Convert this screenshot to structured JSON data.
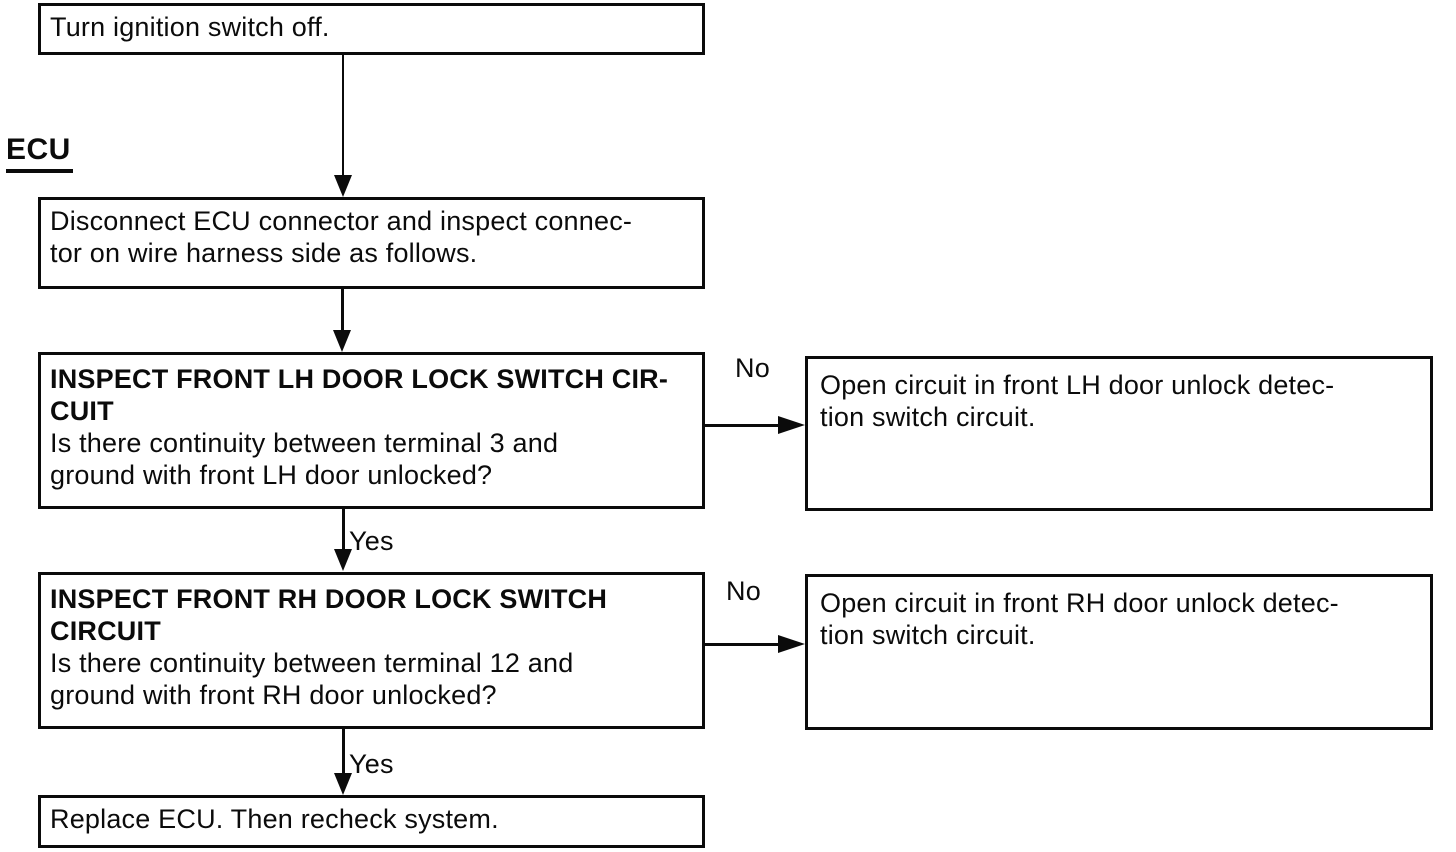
{
  "page": {
    "background_color": "#ffffff",
    "ink_color": "#0b0b0b",
    "document_type": "troubleshooting-flowchart"
  },
  "heading": {
    "label": "ECU"
  },
  "flow": {
    "step1": {
      "lines": [
        "Turn ignition switch off."
      ]
    },
    "step2": {
      "lines": [
        "Disconnect ECU connector and inspect connec-",
        "tor on wire harness side as follows."
      ]
    },
    "decision1": {
      "title_lines": [
        "INSPECT FRONT LH DOOR LOCK SWITCH CIR-",
        "CUIT"
      ],
      "question_lines": [
        "Is there continuity between terminal 3 and",
        "ground with front LH door unlocked?"
      ]
    },
    "decision2": {
      "title_lines": [
        "INSPECT FRONT RH DOOR LOCK SWITCH",
        "CIRCUIT"
      ],
      "question_lines": [
        "Is there continuity between terminal 12 and",
        "ground with front RH door unlocked?"
      ]
    },
    "step3": {
      "lines": [
        "Replace ECU. Then recheck system."
      ]
    },
    "result1": {
      "lines": [
        "Open circuit in front LH door unlock detec-",
        "tion switch circuit."
      ]
    },
    "result2": {
      "lines": [
        "Open circuit in front RH door unlock detec-",
        "tion switch circuit."
      ]
    },
    "labels": {
      "yes1": "Yes",
      "yes2": "Yes",
      "no1": "No",
      "no2": "No"
    }
  }
}
